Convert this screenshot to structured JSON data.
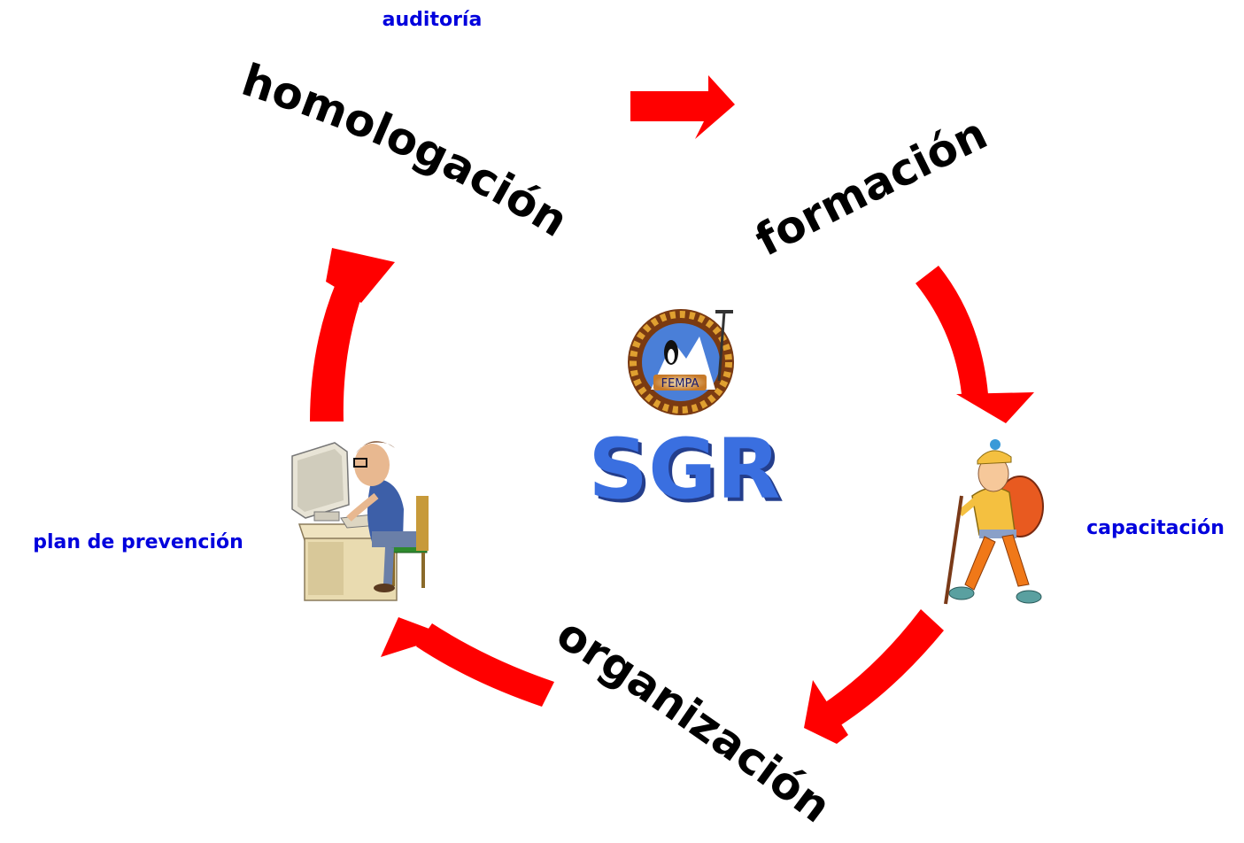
{
  "colors": {
    "arrow": "#ff0000",
    "arrow_shadow": "#c00000",
    "label_blue": "#0000dd",
    "sgr_blue": "#3a6fe0",
    "text_black": "#000000"
  },
  "labels": {
    "auditoria": "auditoría",
    "capacitacion": "capacitación",
    "plan_prevencion": "plan de prevención"
  },
  "cycle_words": {
    "homologacion": "homologación",
    "formacion": "formación",
    "organizacion": "organización"
  },
  "center": {
    "title": "SGR",
    "logo_text": "FEMPA",
    "logo_icon": "fempa-logo-icon"
  },
  "illustrations": {
    "computer_user": "person-at-computer-icon",
    "hiker": "hiker-icon"
  }
}
